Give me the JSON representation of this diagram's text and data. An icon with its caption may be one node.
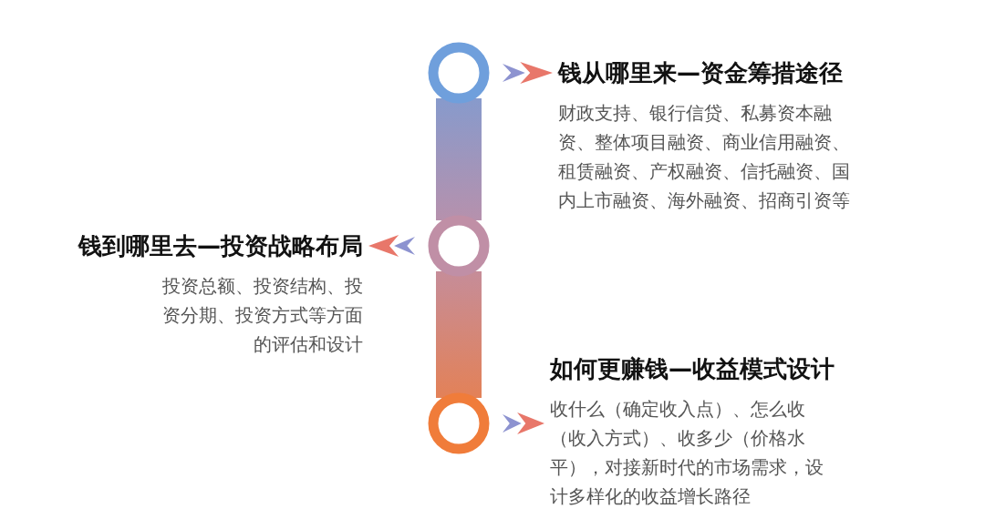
{
  "diagram": {
    "nodes": [
      {
        "text": [],
        "shape": "circle"
      },
      {
        "text": [
          "钱从哪里来—资金筹措途径",
          "财政支持、银行信贷、私募资本融资、整体项目融资、商业信用融资、租赁融资、产权融资、信托融资、国内上市融资、海外融资、招商引资等"
        ]
      },
      {
        "text": [],
        "shape": "circle"
      },
      {
        "text": [
          "钱到哪里去—投资战略布局",
          "投资总额、投资结构、投资分期、投资方式等方面的评估和设计"
        ]
      },
      {
        "text": [],
        "shape": "circle"
      },
      {
        "text": [
          "如何更赚钱—收益模式设计",
          "收什么（确定收入点）、怎么收（收入方式）、收多少（价格水平），对接新时代的市场需求，设计多样化的收益增长路径"
        ]
      }
    ],
    "edges": [
      {
        "from": 0,
        "to": 2,
        "arrow": "none",
        "style": "thick"
      },
      {
        "from": 2,
        "to": 4,
        "arrow": "none",
        "style": "thick"
      },
      {
        "from": 0,
        "to": 1,
        "arrow": "to"
      },
      {
        "from": 2,
        "to": 3,
        "arrow": "to"
      },
      {
        "from": 4,
        "to": 5,
        "arrow": "to"
      }
    ]
  }
}
